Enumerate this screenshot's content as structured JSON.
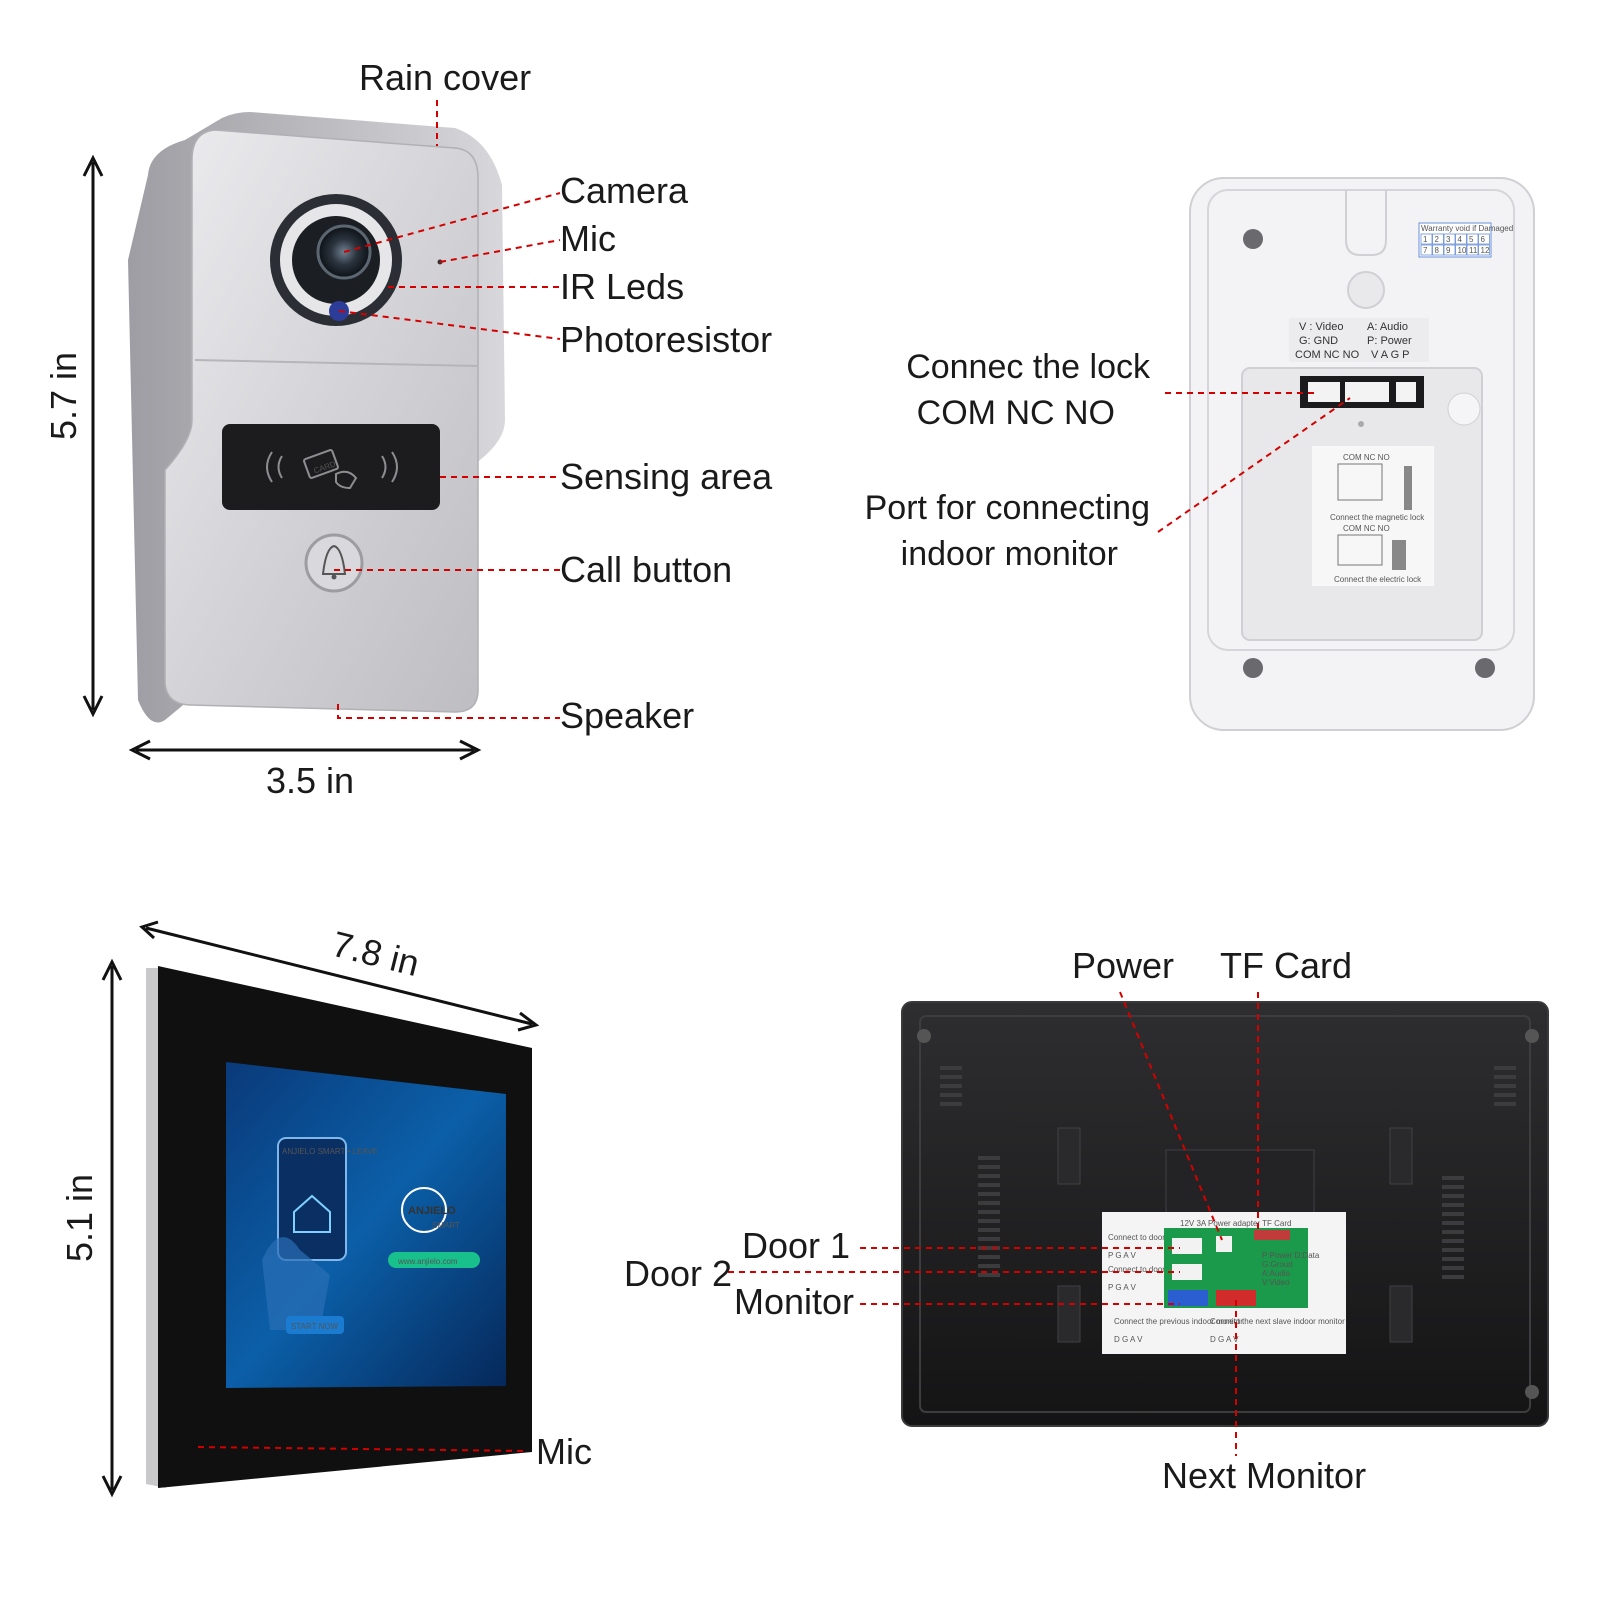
{
  "doorbell_front": {
    "labels": {
      "rain_cover": "Rain cover",
      "camera": "Camera",
      "mic": "Mic",
      "ir_leds": "IR Leds",
      "photoresistor": "Photoresistor",
      "sensing_area": "Sensing area",
      "call_button": "Call button",
      "speaker": "Speaker"
    },
    "card_icon_text": "CARD",
    "height": "5.7 in",
    "width": "3.5 in"
  },
  "doorbell_back": {
    "labels": {
      "lock_line1": "Connec the lock",
      "lock_line2": "COM NC NO",
      "port_line1": "Port for connecting",
      "port_line2": "indoor monitor"
    },
    "sticker": {
      "v": "V : Video",
      "a": "A: Audio",
      "g": "G: GND",
      "p": "P: Power",
      "com": "COM NC NO",
      "vagp": "V A G P"
    },
    "warranty_text": "Warranty void if Damaged",
    "warranty_numbers": [
      "1",
      "2",
      "3",
      "4",
      "5",
      "6",
      "7",
      "8",
      "9",
      "10",
      "11",
      "12"
    ],
    "diagram_text_1": "Connect the magnetic lock",
    "diagram_text_2": "Connect the electric lock",
    "diagram_com": "COM  NC  NO"
  },
  "monitor_front": {
    "width": "7.8 in",
    "height": "5.1 in",
    "mic_label": "Mic",
    "screen": {
      "brand": "ANJIELO",
      "brand_sub": "SMART",
      "url": "www.anjielo.com",
      "phone_header": "ANJIELO SMART • LEAVE",
      "start_button": "START NOW"
    }
  },
  "monitor_back": {
    "labels": {
      "power": "Power",
      "tf_card": "TF Card",
      "door1": "Door  1",
      "door2": "Door  2",
      "monitor": "Monitor",
      "next_monitor": "Next Monitor"
    },
    "sticker": {
      "header": "12V 3A Power adapter   TF Card",
      "doorbell1": "Connect to doorbell 1",
      "doorbell2": "Connect to doorbell 2",
      "pgav": "P G A V",
      "legend1": "P:Power D:Data",
      "legend2": "G:Groud",
      "legend3": "A:Audio",
      "legend4": "V:Video",
      "prev": "Connect the previous indoor monitor",
      "next": "Connect the next slave indoor monitor",
      "dgav": "D G A V"
    }
  },
  "colors": {
    "leader": "#d40000",
    "text": "#1a1a1a",
    "silver": "#c8c8cc",
    "bezel": "#111111"
  }
}
